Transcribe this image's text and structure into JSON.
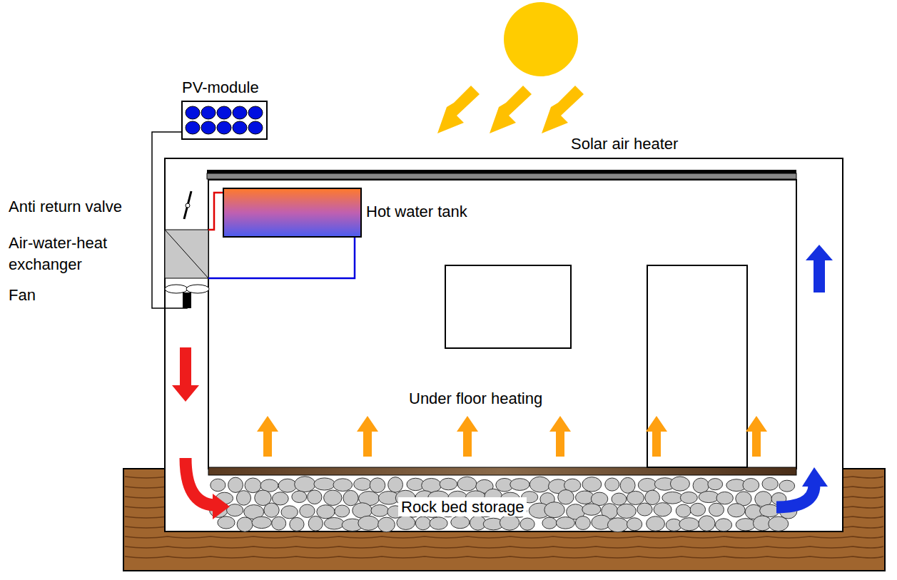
{
  "diagram": {
    "nodes": [
      {
        "text": [
          "PV-module"
        ]
      },
      {
        "text": [
          "Hot water tank"
        ]
      }
    ],
    "labels": [
      "Solar air heater",
      "Anti return valve",
      "Air-water-heat exchanger",
      "Fan",
      "Under floor heating",
      "Rock bed storage"
    ]
  }
}
